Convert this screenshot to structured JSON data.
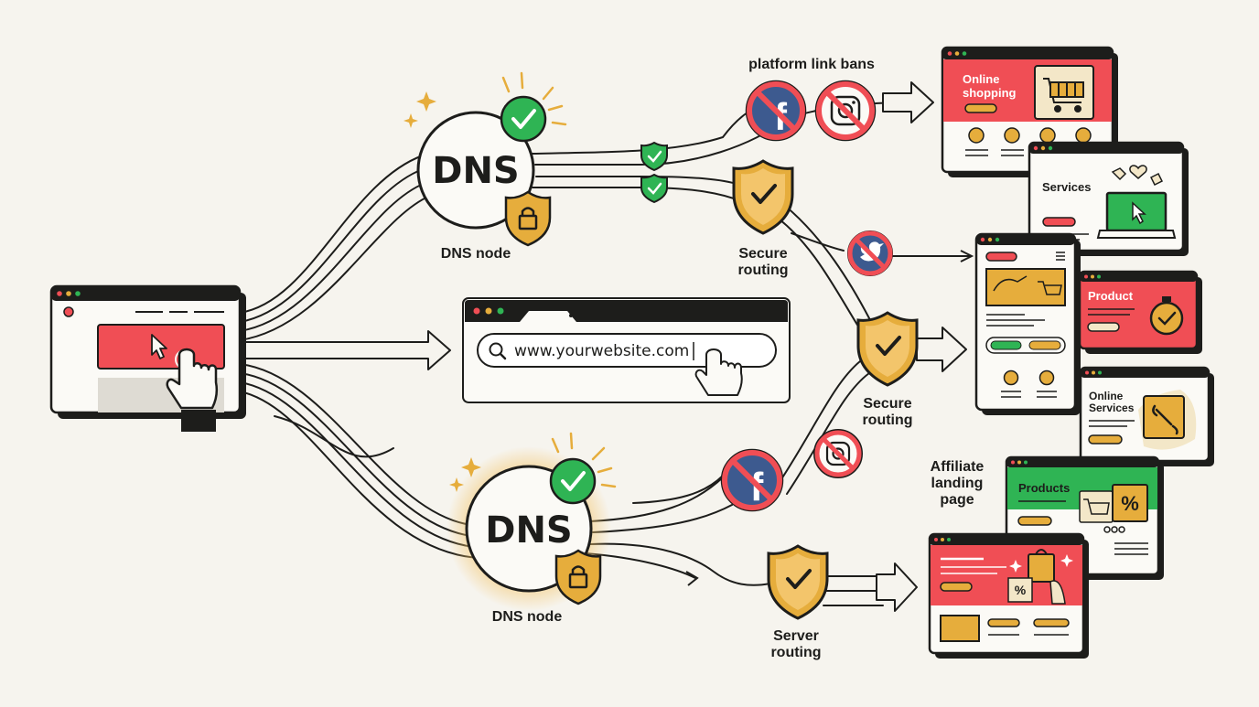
{
  "colors": {
    "background": "#f6f4ee",
    "accent_red": "#f04e55",
    "accent_gold": "#e6ad3c",
    "accent_green": "#2fb454",
    "dark": "#1d1d1b"
  },
  "labels": {
    "dns_text": "DNS",
    "dns_node_top": "DNS node",
    "dns_node_bottom": "DNS node",
    "platform_bans": "platform link bans",
    "secure_routing_1": "Secure routing",
    "secure_routing_2": "Secure routing",
    "server_routing": "Server routing",
    "affiliate": "Affiliate landing page"
  },
  "address_bar": {
    "url": "www.yourwebsite.com"
  },
  "cards": {
    "online_shopping": "Online shopping",
    "services": "Services",
    "product": "Product",
    "online_services": "Online Services",
    "products": "Products"
  },
  "icons": {
    "blocked": [
      "facebook-icon",
      "instagram-icon",
      "twitter-icon"
    ],
    "status": [
      "check-icon",
      "lock-icon",
      "shield-icon",
      "cursor-icon",
      "hand-pointer-icon",
      "search-icon"
    ]
  }
}
